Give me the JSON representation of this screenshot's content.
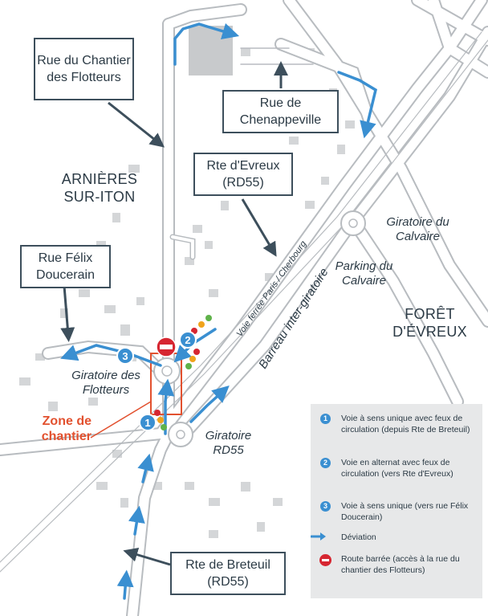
{
  "labels": {
    "rue_chantier": "Rue du Chantier des Flotteurs",
    "rue_chenappeville": "Rue de Chenappeville",
    "rte_evreux": "Rte d'Evreux (RD55)",
    "rue_felix": "Rue Félix Doucerain",
    "rte_breteuil": "Rte de Breteuil (RD55)"
  },
  "places": {
    "arnieres": "ARNIÈRES SUR-ITON",
    "foret": "FORÊT D'ÉVREUX"
  },
  "italic_labels": {
    "giratoire_calvaire": "Giratoire du Calvaire",
    "parking_calvaire": "Parking du Calvaire",
    "barreau": "Barreau inter-giratoire",
    "voie_ferree": "Voie ferrée Paris / Cherbourg",
    "giratoire_flotteurs": "Giratoire des Flotteurs",
    "giratoire_rd55": "Giratoire RD55"
  },
  "zone": "Zone de chantier",
  "markers": [
    "1",
    "2",
    "3"
  ],
  "legend": {
    "items": [
      {
        "badge": "1",
        "text": "Voie à sens unique avec feux de circulation (depuis Rte de Breteuil)"
      },
      {
        "badge": "2",
        "text": "Voie en alternat avec feux de circulation (vers Rte d'Evreux)"
      },
      {
        "badge": "3",
        "text": "Voie à sens unique (vers rue Félix Doucerain)"
      },
      {
        "icon": "arrow-right-icon",
        "text": "Déviation"
      },
      {
        "icon": "no-entry-icon",
        "text": "Route barrée (accès à la rue du chantier des Flotteurs)"
      }
    ]
  },
  "colors": {
    "deviation": "#3a8fd1",
    "road_border": "#b8bcc0",
    "building": "#d4d6d8",
    "no_entry": "#d62631",
    "zone": "#e2512f",
    "label_border": "#3d4f5c"
  }
}
